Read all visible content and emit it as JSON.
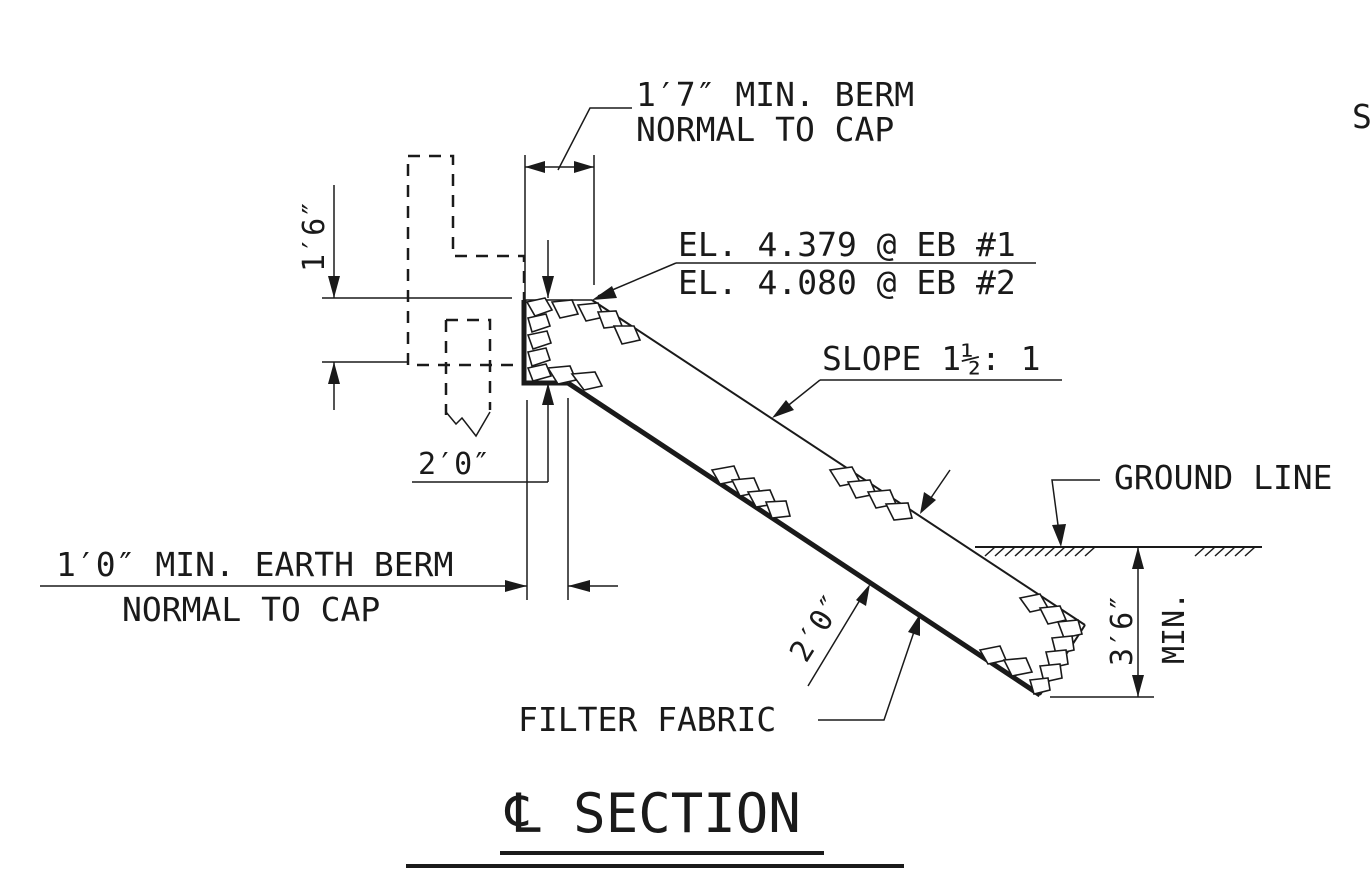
{
  "labels": {
    "berm_top_line1": "1′7″ MIN. BERM",
    "berm_top_line2": "NORMAL TO CAP",
    "cut_edge_letter": "S",
    "dim_1_6": "1′6″",
    "el_line1": "EL. 4.379 @ EB #1",
    "el_line2": "EL. 4.080 @ EB #2",
    "slope": "SLOPE 1½: 1",
    "dim_2_0_upper": "2′0″",
    "ground_line": "GROUND LINE",
    "earth_berm_line1": "1′0″ MIN. EARTH BERM",
    "earth_berm_line2": "NORMAL TO CAP",
    "dim_2_0_lower": "2′0″",
    "dim_3_6": "3′6″",
    "min": "MIN.",
    "filter_fabric": "FILTER FABRIC",
    "title": "℄ SECTION"
  }
}
